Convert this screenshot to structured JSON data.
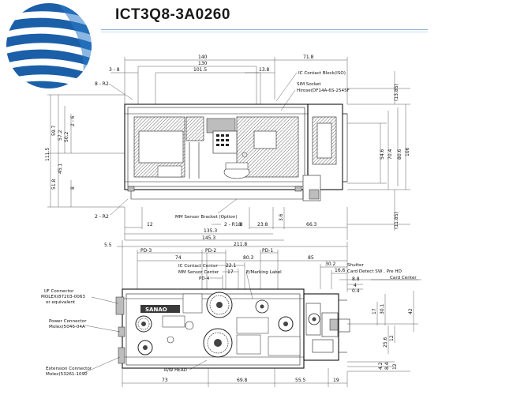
{
  "header": {
    "title": "ICT3Q8-3A0260"
  },
  "top_view": {
    "top_dims": {
      "d140": "140",
      "d130": "130",
      "d101_5": "101.5",
      "d13_8": "13.8",
      "d71_8": "71.8",
      "d3_8": "3 - 8",
      "d8_r2": "8 - R2"
    },
    "left_dims": [
      "59.7",
      "57.2",
      "50.2",
      "2 - 6",
      "45.1",
      "111.5",
      "51.8",
      "8"
    ],
    "right_dims": [
      "(13.85)",
      "54.6",
      "70.4",
      "80.6",
      "106",
      "(11.85)"
    ],
    "bottom_dims": {
      "d2_r2": "2 - R2",
      "d2_r1_8": "2 - R1.8",
      "d12": "12",
      "d8": "8",
      "d23_8": "23.8",
      "d3_6": "3.6",
      "d66_3": "66.3",
      "d135_3": "135.3",
      "d145_3": "145.3"
    },
    "callouts": {
      "ic_block": "IC Contact Block(ISO)",
      "sim_socket": "SIM Socket",
      "sim_part": "Hirose(DF14A-6S-2545F",
      "mm_sensor": "MM Sensor Bracket (Option)"
    }
  },
  "front_view": {
    "top_dims": {
      "d5_5": "5.5",
      "d211_8": "211.8",
      "pd3": "PD-3",
      "pd2": "PD-2",
      "pd1": "PD-1",
      "d74": "74",
      "d80_3": "80.3",
      "d85": "85",
      "d22_1": "22.1",
      "d17": "17",
      "d30_2": "30.2",
      "d16_6": "16.6",
      "d8_8": "8.8",
      "d4": "4",
      "d0_4": "0.4"
    },
    "callouts": {
      "ic_center": "IC Contact Center",
      "mm_center": "MM Sensor Center",
      "pd4": "PD-4",
      "emboss": "E/Marking Label",
      "shutter": "Shutter",
      "card_detect": "Card Detect SW , Pre HD",
      "card_center": "Card Center",
      "rw_head": "R/W HEAD"
    },
    "connectors": [
      {
        "name": "I/F Connector",
        "part": "MOLEX(87203-0063",
        "alt": "or equivalent"
      },
      {
        "name": "Power Connector",
        "part": "Molex(5046-04A"
      },
      {
        "name": "Extension Connector",
        "part": "Molex(53261-1090"
      }
    ],
    "right_dims": [
      "42",
      "17",
      "30.1",
      "25.6",
      "12",
      "4.2",
      "8.4",
      "12"
    ],
    "bottom_dims": {
      "d73": "73",
      "d69_8": "69.8",
      "d55_5": "55.5",
      "d19": "19"
    },
    "label_brand": "SANAO"
  },
  "colors": {
    "logo_blue": "#1b5fa8",
    "rule": "#8fb3d6",
    "line": "#222222"
  }
}
